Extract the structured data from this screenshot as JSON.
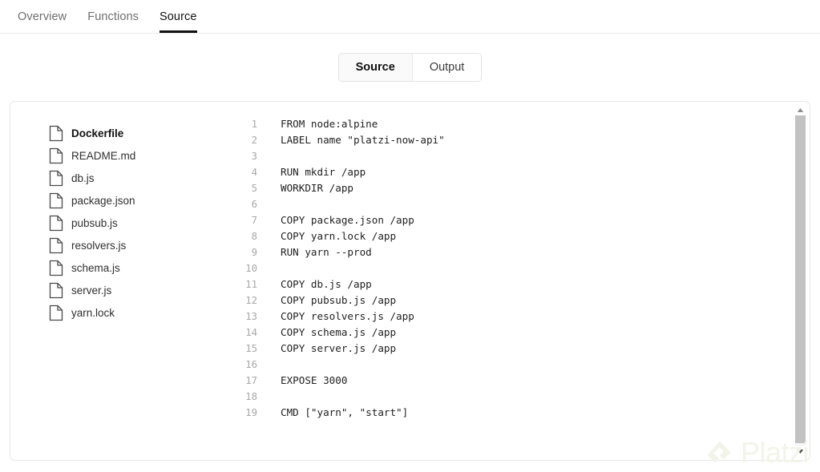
{
  "nav": {
    "tabs": [
      {
        "label": "Overview",
        "active": false
      },
      {
        "label": "Functions",
        "active": false
      },
      {
        "label": "Source",
        "active": true
      }
    ]
  },
  "view_toggle": {
    "source_label": "Source",
    "output_label": "Output",
    "selected": "Source"
  },
  "sidebar": {
    "files": [
      {
        "name": "Dockerfile",
        "icon": "file-icon",
        "active": true
      },
      {
        "name": "README.md",
        "icon": "file-icon",
        "active": false
      },
      {
        "name": "db.js",
        "icon": "file-icon",
        "active": false
      },
      {
        "name": "package.json",
        "icon": "file-icon",
        "active": false
      },
      {
        "name": "pubsub.js",
        "icon": "file-icon",
        "active": false
      },
      {
        "name": "resolvers.js",
        "icon": "file-icon",
        "active": false
      },
      {
        "name": "schema.js",
        "icon": "file-icon",
        "active": false
      },
      {
        "name": "server.js",
        "icon": "file-icon",
        "active": false
      },
      {
        "name": "yarn.lock",
        "icon": "file-icon",
        "active": false
      }
    ]
  },
  "code": {
    "filename": "Dockerfile",
    "lines": [
      {
        "n": "1",
        "text": "FROM node:alpine"
      },
      {
        "n": "2",
        "text": "LABEL name \"platzi-now-api\""
      },
      {
        "n": "3",
        "text": ""
      },
      {
        "n": "4",
        "text": "RUN mkdir /app"
      },
      {
        "n": "5",
        "text": "WORKDIR /app"
      },
      {
        "n": "6",
        "text": ""
      },
      {
        "n": "7",
        "text": "COPY package.json /app"
      },
      {
        "n": "8",
        "text": "COPY yarn.lock /app"
      },
      {
        "n": "9",
        "text": "RUN yarn --prod"
      },
      {
        "n": "10",
        "text": ""
      },
      {
        "n": "11",
        "text": "COPY db.js /app"
      },
      {
        "n": "12",
        "text": "COPY pubsub.js /app"
      },
      {
        "n": "13",
        "text": "COPY resolvers.js /app"
      },
      {
        "n": "14",
        "text": "COPY schema.js /app"
      },
      {
        "n": "15",
        "text": "COPY server.js /app"
      },
      {
        "n": "16",
        "text": ""
      },
      {
        "n": "17",
        "text": "EXPOSE 3000"
      },
      {
        "n": "18",
        "text": ""
      },
      {
        "n": "19",
        "text": "CMD [\"yarn\", \"start\"]"
      }
    ]
  },
  "scrollbar": {
    "up_icon": "chevron-up-icon",
    "down_icon": "chevron-down-icon"
  },
  "watermark": {
    "text": "Platzi",
    "mark_icon": "platzi-logo-icon",
    "color": "#f2f4ea"
  }
}
